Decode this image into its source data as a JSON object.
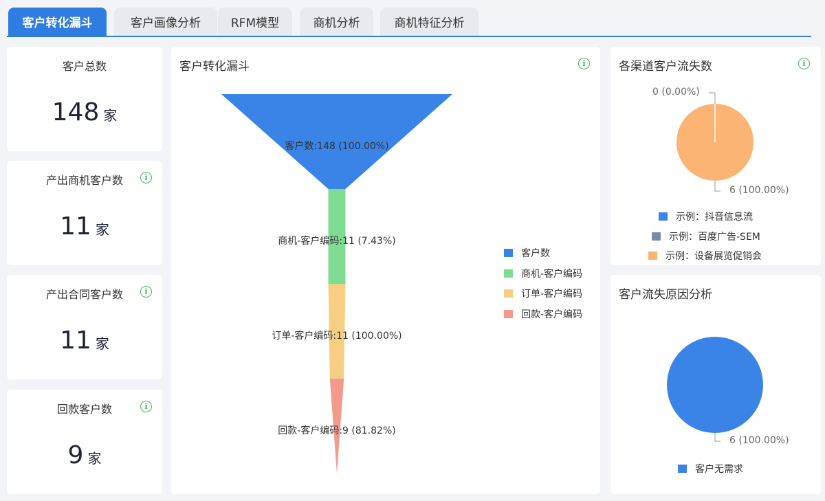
{
  "tabs": [
    {
      "label": "客户转化漏斗",
      "active": true
    },
    {
      "label": "客户画像分析"
    },
    {
      "label": "RFM模型"
    },
    {
      "label": "商机分析"
    },
    {
      "label": "商机特征分析"
    }
  ],
  "stats": [
    {
      "title": "客户总数",
      "value": "148",
      "unit": "家",
      "info": false
    },
    {
      "title": "产出商机客户数",
      "value": "11",
      "unit": "家",
      "info": true
    },
    {
      "title": "产出合同客户数",
      "value": "11",
      "unit": "家",
      "info": true
    },
    {
      "title": "回款客户数",
      "value": "9",
      "unit": "家",
      "info": true
    }
  ],
  "info_icon": "i",
  "chart_data": [
    {
      "type": "funnel",
      "title": "客户转化漏斗",
      "categories": [
        "客户数",
        "商机-客户编码",
        "订单-客户编码",
        "回款-客户编码"
      ],
      "values": [
        148,
        11,
        11,
        9
      ],
      "labels": [
        "客户数:148 (100.00%)",
        "商机-客户编码:11 (7.43%)",
        "订单-客户编码:11 (100.00%)",
        "回款-客户编码:9 (81.82%)"
      ],
      "colors": [
        "#3a84e8",
        "#7fdc93",
        "#f7cf82",
        "#f49a8c"
      ],
      "legend_position": "right"
    },
    {
      "type": "pie",
      "title": "各渠道客户流失数",
      "categories": [
        "示例：抖音信息流",
        "示例：百度广告-SEM",
        "示例：设备展览促销会"
      ],
      "values": [
        0,
        0,
        6
      ],
      "labels": [
        "0 (0.00%)",
        "6 (100.00%)"
      ],
      "colors": [
        "#3a84e8",
        "#7b88a8",
        "#fbb473"
      ],
      "legend_position": "bottom"
    },
    {
      "type": "pie",
      "title": "客户流失原因分析",
      "categories": [
        "客户无需求"
      ],
      "values": [
        6
      ],
      "labels": [
        "6 (100.00%)"
      ],
      "colors": [
        "#3a84e8"
      ],
      "legend_position": "bottom"
    }
  ]
}
